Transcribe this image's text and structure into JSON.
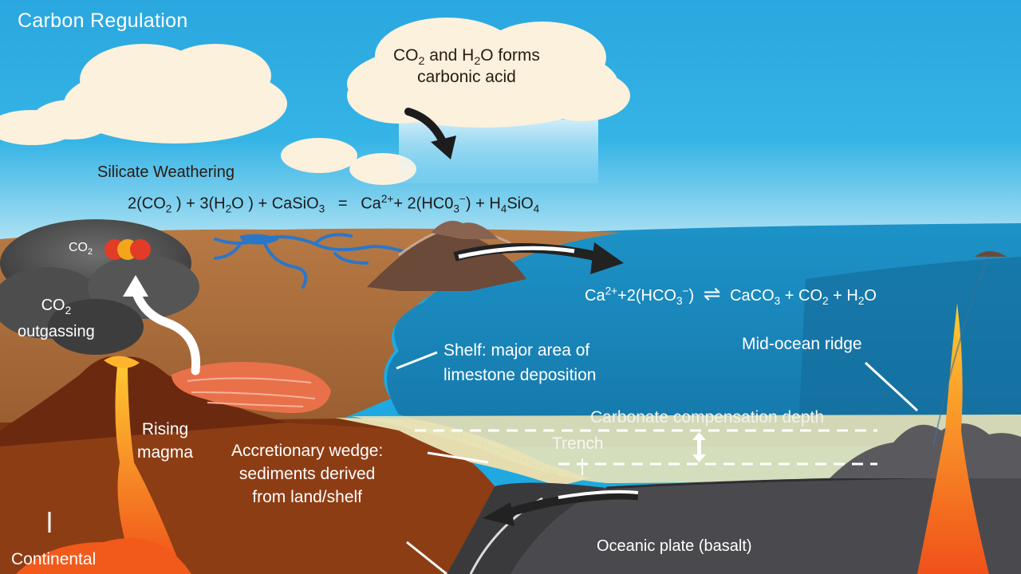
{
  "title": "Carbon Regulation",
  "cloud_label": {
    "line1_a": "CO",
    "line1_sub": "2",
    "line1_b": " and H",
    "line1_sub2": "2",
    "line1_c": "O forms",
    "line2": "carbonic acid"
  },
  "silicate": {
    "heading": "Silicate Weathering",
    "eq": {
      "p1": "2(CO",
      "s1": "2",
      "p2": " ) + 3(H",
      "s2": "2",
      "p3": "O ) + CaSiO",
      "s3": "3",
      "p4": "   =   Ca",
      "sup1": "2+",
      "p5": "+ 2(HC0",
      "s4": "3",
      "sup2": "−",
      "p6": ") + H",
      "s5": "4",
      "p7": "SiO",
      "s6": "4"
    }
  },
  "carbonate_eq": {
    "p1": "Ca",
    "sup1": "2+",
    "p2": "+2(HCO",
    "s1": "3",
    "sup2": "−",
    "p3": ")",
    "arrow": "⇌",
    "p4": "CaCO",
    "s2": "3",
    "p5": " + CO",
    "s3": "2",
    "p6": " + H",
    "s4": "2",
    "p7": "O"
  },
  "co2_molecule": {
    "a": "CO",
    "b": "2"
  },
  "outgassing": {
    "a": "CO",
    "b": "2",
    "line2": "outgassing"
  },
  "labels": {
    "shelf_1": "Shelf: major area of",
    "shelf_2": "limestone deposition",
    "ridge": "Mid-ocean ridge",
    "ccd": "Carbonate compensation depth",
    "trench": "Trench",
    "rising_1": "Rising",
    "rising_2": "magma",
    "wedge_1": "Accretionary wedge:",
    "wedge_2": "sediments derived",
    "wedge_3": "from land/shelf",
    "oceanic": "Oceanic plate (basalt)",
    "continental": "Continental"
  },
  "colors": {
    "sky_top": "#2aa7df",
    "sky_bottom": "#bfe8f5",
    "ocean": "#1a84b9",
    "land": "#a0683a",
    "crust": "#7a3410",
    "oceanic_plate": "#4a4a4e",
    "magma": "#f26a1b",
    "sediment": "#e5dcb0"
  }
}
